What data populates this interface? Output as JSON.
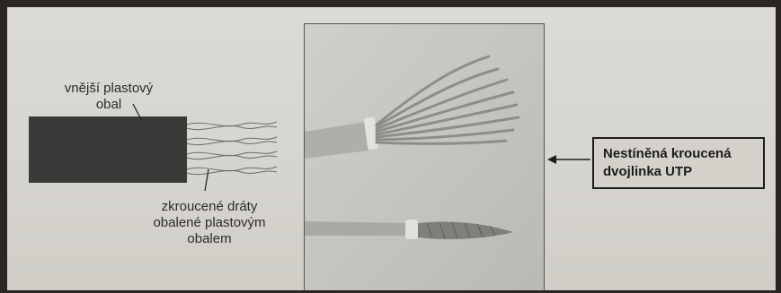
{
  "diagram": {
    "outer_label_line1": "vnější plastový",
    "outer_label_line2": "obal",
    "wires_label_line1": "zkroucené dráty",
    "wires_label_line2": "obalené plastovým",
    "wires_label_line3": "obalem"
  },
  "callout": {
    "line1": "Nestíněná kroucená",
    "line2": "dvojlinka UTP"
  }
}
